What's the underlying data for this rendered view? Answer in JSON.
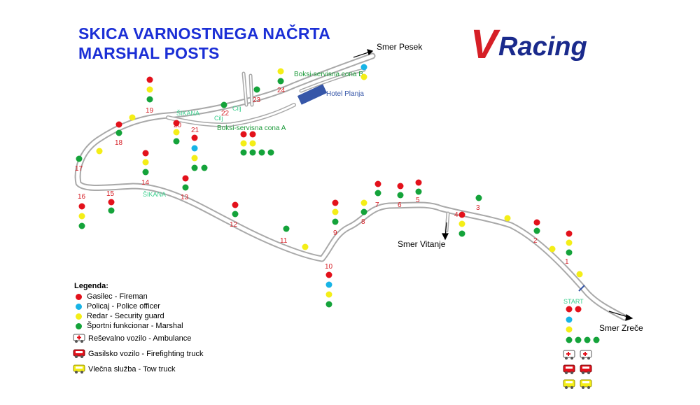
{
  "title": {
    "line1": "SKICA VARNOSTNEGA NAČRTA",
    "line2": "MARSHAL POSTS"
  },
  "logo": {
    "letter": "V",
    "word": "Racing"
  },
  "colors": {
    "title": "#1b2fd6",
    "road": "#bdbdbd",
    "fireman": "#e3111b",
    "police": "#18b4e6",
    "security": "#f4ee17",
    "marshal": "#14a33a",
    "post_number": "#d61f26",
    "chicane": "#3ccf8e",
    "pit_label": "#1e9b3c",
    "hotel": "#3656a8"
  },
  "directions": {
    "pesek": "Smer Pesek",
    "vitanje": "Smer Vitanje",
    "zrece": "Smer Zreče"
  },
  "places": {
    "hotel": "Hotel Planja",
    "pit_a": "Boksi-servisna cona A",
    "pit_b": "Boksi-servisna cona B",
    "cilj_1": "Cilj",
    "cilj_2": "Cilj",
    "start": "START",
    "chicane_1": "ŠIKANA",
    "chicane_2": "ŠIKANA"
  },
  "post_numbers": [
    "1",
    "2",
    "3",
    "4",
    "5",
    "6",
    "7",
    "8",
    "9",
    "10",
    "11",
    "12",
    "13",
    "14",
    "15",
    "16",
    "17",
    "18",
    "19",
    "20",
    "21",
    "22",
    "23",
    "24"
  ],
  "legend": {
    "heading": "Legenda:",
    "fireman": "Gasilec - Fireman",
    "police": "Policaj - Police officer",
    "security": "Redar - Security guard",
    "marshal": "Športni funkcionar - Marshal",
    "ambulance": "Reševalno vozilo - Ambulance",
    "firetruck": "Gasilsko vozilo - Firefighting truck",
    "towtruck": "Vlečna služba - Tow truck"
  }
}
